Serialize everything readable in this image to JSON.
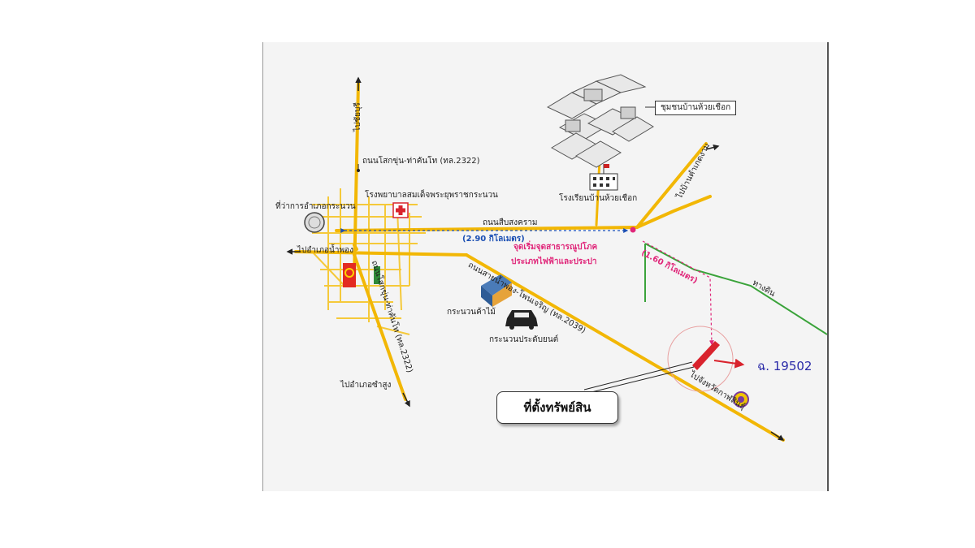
{
  "map": {
    "labels": {
      "road_north": "ไปชัยบุรี",
      "road_2322_north": "ถนนโสกขุ่น-ท่าคันโท (ทล.2322)",
      "hospital": "โรงพยาบาลสมเด็จพระยุพราชกระนวน",
      "district_office": "ที่ว่าการอำเภอกระนวน",
      "to_nam_phong": "ไปอำเภอน้ำพอง",
      "road_2322_south": "ถนนโสกขุ่น-ท่าคันโท (ทล.2322)",
      "to_sam_sung": "ไปอำเภอซำสูง",
      "road_main": "ถนนสายน้ำพอง-โพนเจริญ (ทล.2039)",
      "lumber": "กระนวนค้าไม้",
      "car_accessories": "กระนวนประดับยนต์",
      "village": "ชุมชนบ้านห้วยเชือก",
      "school": "โรงเรียนบ้านห้วยเชือก",
      "road_east_ne": "ไปบ้านคำเกดงาม",
      "road_to_kalasin": "ไปจังหวัดกาฬสินธุ์",
      "road_sueb_saeng": "ถนนสืบสงคราม",
      "dirt_road": "ทางดิน",
      "distance_1": "(2.90 กิโลเมตร)",
      "distance_2": "(1.60 กิโลเมตร)",
      "utility_line1": "จุดเริ่มจุดสาธารณูปโภค",
      "utility_line2": "ประเภทไฟฟ้าและประปา",
      "property": "ที่ตั้งทรัพย์สิน",
      "deed_number": "ฉ. 19502"
    },
    "colors": {
      "road": "#f2b705",
      "minor_road": "#f5c93a",
      "dirt_road": "#3aa33a",
      "distance_marker": "#e0277a",
      "property_marker": "#d9232d",
      "background": "#f4f4f4"
    },
    "icons": [
      "hospital-cross-icon",
      "district-office-icon",
      "store-logo-icon",
      "warehouse-icon",
      "car-icon",
      "village-buildings-icon",
      "school-icon",
      "temple-emblem-icon"
    ]
  }
}
